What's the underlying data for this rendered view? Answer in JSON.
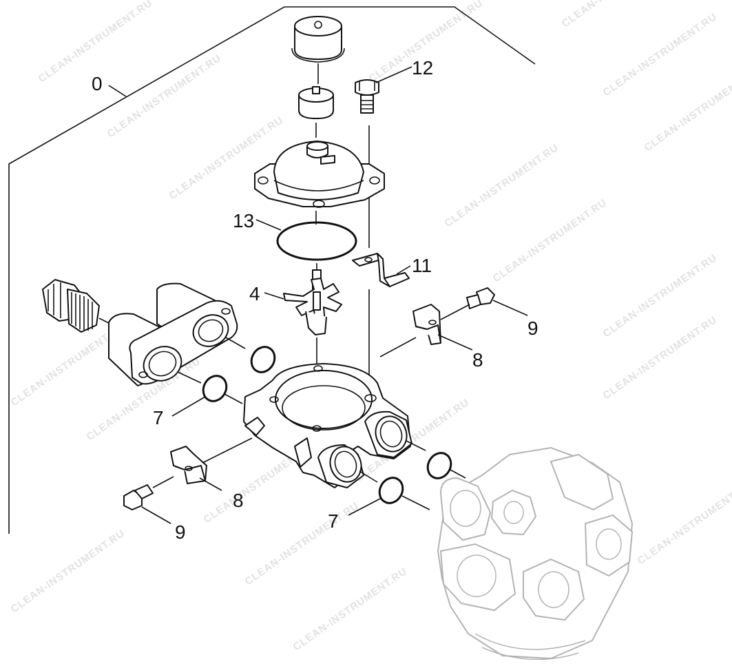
{
  "watermark": "CLEAN-INSTRUMENT.RU",
  "callouts": {
    "assembly": "0",
    "impeller": "4",
    "oring_left": "7",
    "oring_bottom": "7",
    "clip_right": "8",
    "clip_left": "8",
    "screw_right": "9",
    "screw_left": "9",
    "bracket": "11",
    "bolt": "12",
    "oring_top": "13"
  }
}
